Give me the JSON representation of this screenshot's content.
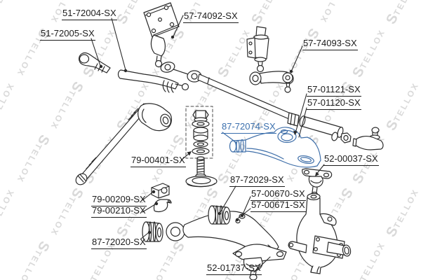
{
  "diagram": {
    "type": "suspension-steering-parts-diagram",
    "watermark_text": "STELLOX",
    "line_color": "#2a2a2a",
    "highlight_color": "#3a6fad",
    "highlighted_part": "87-72074-SX"
  },
  "labels": {
    "p51_72004": "51-72004-SX",
    "p51_72005": "51-72005-SX",
    "p57_74092": "57-74092-SX",
    "p57_74093": "57-74093-SX",
    "p57_01121": "57-01121-SX",
    "p57_01120": "57-01120-SX",
    "p87_72074": "87-72074-SX",
    "p79_00401": "79-00401-SX",
    "p52_00037": "52-00037-SX",
    "p87_72029": "87-72029-SX",
    "p57_00670": "57-00670-SX",
    "p57_00671": "57-00671-SX",
    "p79_00209": "79-00209-SX",
    "p79_00210": "79-00210-SX",
    "p87_72020": "87-72020-SX",
    "p52_01737": "52-01737-SX"
  }
}
